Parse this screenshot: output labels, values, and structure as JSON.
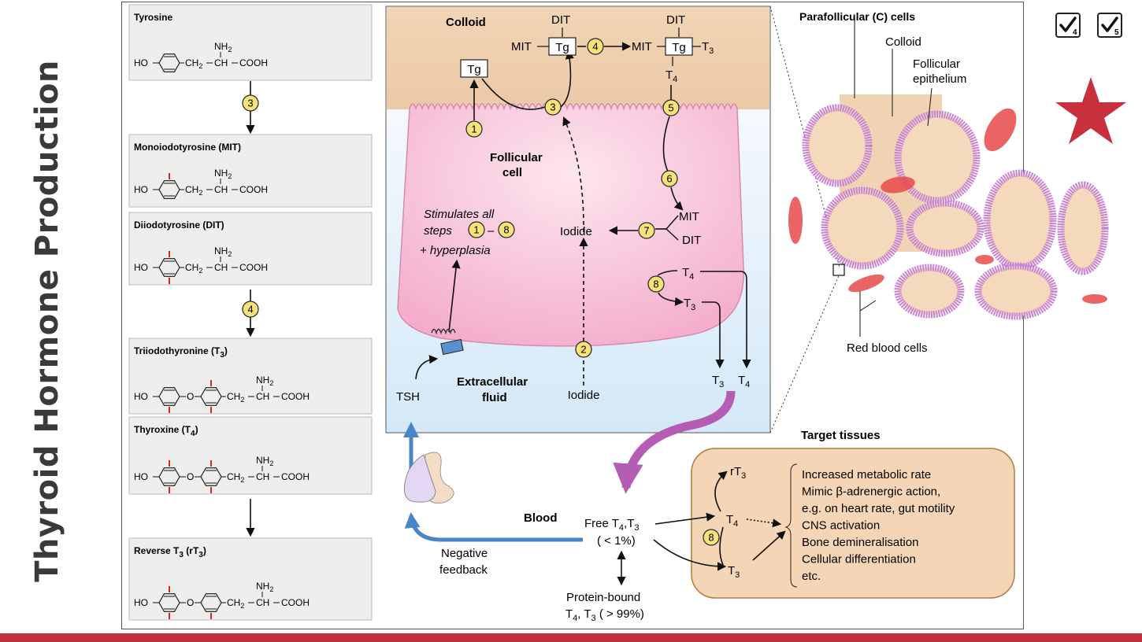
{
  "page_title": "Thyroid Hormone Production",
  "molecules": [
    {
      "name": "Tyrosine",
      "iodines": 0
    },
    {
      "name": "Monoiodotyrosine (MIT)",
      "iodines": 1
    },
    {
      "name": "Diiodotyrosine (DIT)",
      "iodines": 2
    },
    {
      "name": "Triiodothyronine (T",
      "sub": "3",
      "suffix": ")",
      "iodines": 3
    },
    {
      "name": "Thyroxine (T",
      "sub": "4",
      "suffix": ")",
      "iodines": 4
    },
    {
      "name": "Reverse T",
      "sub": "3",
      "suffix": " (rT",
      "sub2": "3",
      "suffix2": ")",
      "iodines": 3
    }
  ],
  "structure": {
    "ho": "HO",
    "ch2": "CH",
    "ch2_sub": "2",
    "ch": "CH",
    "cooh": "COOH",
    "nh2": "NH",
    "nh2_sub": "2",
    "o": "O"
  },
  "steps": [
    "1",
    "2",
    "3",
    "4",
    "5",
    "6",
    "7",
    "8"
  ],
  "cell": {
    "colloid": "Colloid",
    "follicular_cell_1": "Follicular",
    "follicular_cell_2": "cell",
    "extracellular_1": "Extracellular",
    "extracellular_2": "fluid",
    "tg": "Tg",
    "dit": "DIT",
    "mit": "MIT",
    "t": "T",
    "sub3": "3",
    "sub4": "4",
    "iodide_in_cell": "Iodide",
    "iodide_out": "Iodide",
    "stimulates_1": "Stimulates all",
    "stimulates_2": "steps",
    "stimulates_dash": "–",
    "stimulates_3": "+ hyperplasia",
    "tsh": "TSH"
  },
  "histology": {
    "title": "Parafollicular (C) cells",
    "colloid": "Colloid",
    "epithelium_1": "Follicular",
    "epithelium_2": "epithelium",
    "rbc": "Red blood cells"
  },
  "blood": {
    "label": "Blood",
    "free_1": "Free T",
    "free_2": ",T",
    "free_pct": "( < 1%)",
    "bound_1": "Protein-bound",
    "bound_2": "T",
    "bound_3": ", T",
    "bound_pct": " ( > 99%)",
    "negative_1": "Negative",
    "negative_2": "feedback"
  },
  "target": {
    "title": "Target tissues",
    "rt3": "rT",
    "effects": [
      "Increased metabolic rate",
      "Mimic β-adrenergic action,",
      "e.g. on heart rate, gut motility",
      "CNS activation",
      "Bone demineralisation",
      "Cellular differentiation",
      "etc."
    ]
  },
  "toolbar": {
    "check_4": "4",
    "check_5": "5"
  },
  "colors": {
    "accent": "#c0303e",
    "step_fill": "#f6e27a",
    "colloid": "#efd3b3",
    "cell": "#f6c6da",
    "fluid": "#dcecf8",
    "feedback": "#4a86c5",
    "transport": "#b55db5",
    "target_fill": "#f4d6b6"
  }
}
